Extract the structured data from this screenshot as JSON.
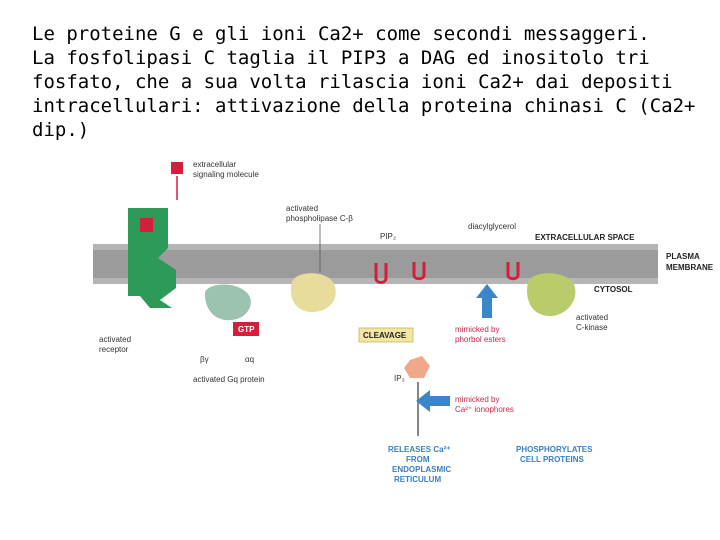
{
  "title_lines": [
    "Le proteine G e gli ioni Ca2+ come secondi messaggeri.",
    "La fosfolipasi C taglia il PIP3 a DAG ed inositolo tri",
    "fosfato, che a sua volta rilascia ioni Ca2+ dai depositi",
    "intracellulari: attivazione della proteina chinasi C (Ca2+",
    "dip.)"
  ],
  "diagram": {
    "signal_molecule": [
      "extracellular",
      "signaling molecule"
    ],
    "phospholipase": [
      "activated",
      "phospholipase C-β"
    ],
    "pip2": "PIP₂",
    "dag": "diacylglycerol",
    "extracellular_space": "EXTRACELLULAR SPACE",
    "plasma_membrane": [
      "PLASMA",
      "MEMBRANE"
    ],
    "cytosol": "CYTOSOL",
    "receptor": [
      "activated",
      "receptor"
    ],
    "gtp": "GTP",
    "beta_gamma": "βγ",
    "alpha_q": "αq",
    "g_protein": "activated Gq protein",
    "cleavage": "CLEAVAGE",
    "ip3": "IP₃",
    "mimicked_phorbol": [
      "mimicked by",
      "phorbol esters"
    ],
    "kinase": [
      "activated",
      "C-kinase"
    ],
    "mimicked_ionophores": [
      "mimicked by",
      "Ca²⁺ ionophores"
    ],
    "releases": [
      "RELEASES Ca²⁺",
      "FROM",
      "ENDOPLASMIC",
      "RETICULUM"
    ],
    "phosphorylates": [
      "PHOSPHORYLATES",
      "CELL PROTEINS"
    ]
  },
  "colors": {
    "receptor": "#2e9a5a",
    "membrane": "#9b9b9b",
    "signal": "#d21f3c",
    "phospholipase": "#e8dc9c",
    "kinase": "#b8cc6a",
    "g_protein": "#9bc3b0",
    "ip3": "#f0a78a",
    "arrow_blue": "#3a86c8"
  }
}
